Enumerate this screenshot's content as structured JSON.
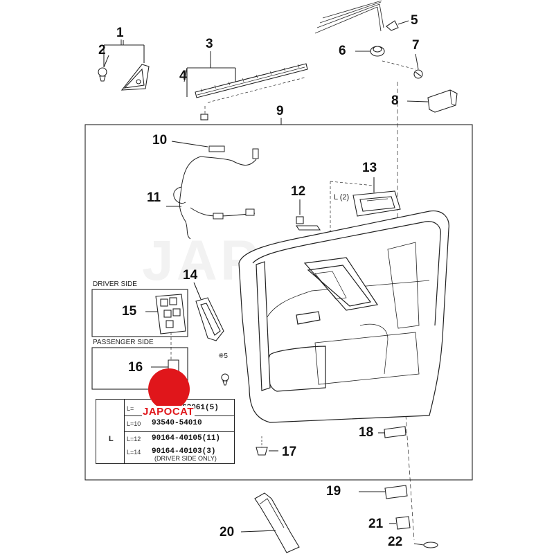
{
  "labels": {
    "n1": "1",
    "n2": "2",
    "n3": "3",
    "n4": "4",
    "n5": "5",
    "n6": "6",
    "n7": "7",
    "n8": "8",
    "n9": "9",
    "n10": "10",
    "n11": "11",
    "n12": "12",
    "n13": "13",
    "n14": "14",
    "n15": "15",
    "n16": "16",
    "n17": "17",
    "n18": "18",
    "n19": "19",
    "n20": "20",
    "n21": "21",
    "n22": "22"
  },
  "annotations": {
    "driver_side": "DRIVER SIDE",
    "passenger_side": "PASSENGER SIDE",
    "l2": "L (2)",
    "note5": "※5"
  },
  "fastener_table": {
    "length_symbol": "L",
    "rows": [
      {
        "length": "L=",
        "part": "63061(5)"
      },
      {
        "length": "L=10",
        "part": "93540-54010"
      },
      {
        "length": "L=12",
        "part": "90164-40105(11)"
      },
      {
        "length": "L=14",
        "part": "90164-40103(3)"
      }
    ],
    "footnote": "(DRIVER SIDE ONLY)"
  },
  "branding": {
    "logo_text": "JAPOCAT",
    "watermark": "JAPOCAT",
    "logo_color": "#e0161b"
  },
  "icons": [
    "clip-icon",
    "screw-icon",
    "grommet-icon",
    "pad-icon",
    "weatherstrip-icon",
    "wire-harness-icon",
    "inside-handle-icon",
    "switch-icon",
    "door-trim-panel-icon"
  ]
}
